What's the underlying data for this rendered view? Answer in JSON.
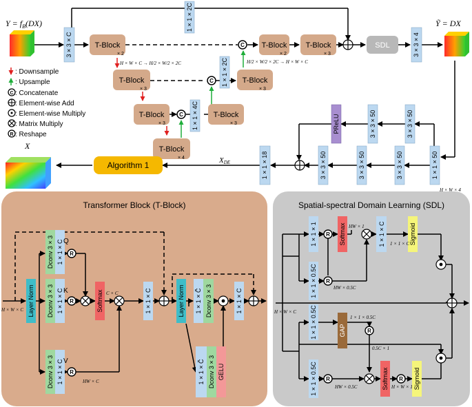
{
  "top": {
    "input_formula": "Y = f",
    "input_formula_sub": "B",
    "input_formula_tail": "(DX)",
    "output_formula": "Ỹ = DX",
    "xde": "X",
    "xde_sub": "DE",
    "x_label": "X",
    "conv_in": "3 × 3 × C",
    "conv_out": "3 × 3 × 4",
    "skip_conv": "1 × 1 × 2C",
    "conv_mid1": "1 × 1 × 2C",
    "conv_mid2": "1 × 1 × 4C",
    "sdl": "SDL",
    "algorithm": "Algorithm 1",
    "prelu": "PReLU",
    "tblock": "T-Block",
    "times2": "× 2",
    "times3": "× 3",
    "times4": "× 4",
    "down_dims": "H × W × C → H/2 × W/2 × 2C",
    "up_dims": "H/2 × W/2 × 2C → H × W × C",
    "hw4": "H × W × 4",
    "conv_118": "1 × 1 × 18",
    "conv_3350": "3 × 3 × 50",
    "conv_1150": "1 × 1 × 50"
  },
  "legend": {
    "downsample": ": Downsample",
    "upsample": ": Upsample",
    "concatenate": ": Concatenate",
    "add": ": Element-wise Add",
    "multiply": ": Element-wise Multiply",
    "matmul": ": Matrix Multiply",
    "reshape": ": Reshape",
    "c_glyph": "C",
    "r_glyph": "R"
  },
  "tblock_panel": {
    "title": "Transformer Block (T-Block)",
    "layer_norm": "Layer Norm",
    "dconv": "Dconv 3 × 3",
    "conv11c": "1 × 1 × C",
    "conv11c_tilde": "1 × 1 × C̃",
    "q": "Q",
    "k": "K",
    "v": "V",
    "softmax": "Softmax",
    "cxc": "C × C",
    "hwc": "HW × C",
    "input_dims": "H × W × C",
    "gelu": "GELU"
  },
  "sdl_panel": {
    "title": "Spatial-spectral Domain Learning (SDL)",
    "conv111": "1 × 1 × 1",
    "conv1105c": "1 × 1 × 0.5C",
    "softmax": "Softmax",
    "sigmoid": "Sigmoid",
    "gap": "GAP",
    "hw1": "HW × 1",
    "hw05c": "HW × 0.5C",
    "c11c": "1 × 1 × C",
    "conv11c": "1 × 1 × C",
    "c1105c": "1 × 1 × 0.5C",
    "c05c1": "0.5C × 1",
    "hw05c_b": "HW × 0.5C",
    "hwx1": "H × W × 1",
    "input_dims": "H × W × C"
  },
  "colors": {
    "tblock": "#d4a98a",
    "conv": "#bcd8f0",
    "panel_tb": "#d9ab8c",
    "panel_sdl": "#c9c9c9",
    "dconv": "#9fd89f",
    "layer_norm": "#3fbdc8",
    "softmax": "#f06464",
    "sigmoid": "#f5f57a",
    "gelu": "#f39898",
    "prelu": "#a88ed0",
    "gap": "#9a6a3a",
    "algorithm": "#f5b800",
    "sdl_box": "#b8b8b8"
  }
}
